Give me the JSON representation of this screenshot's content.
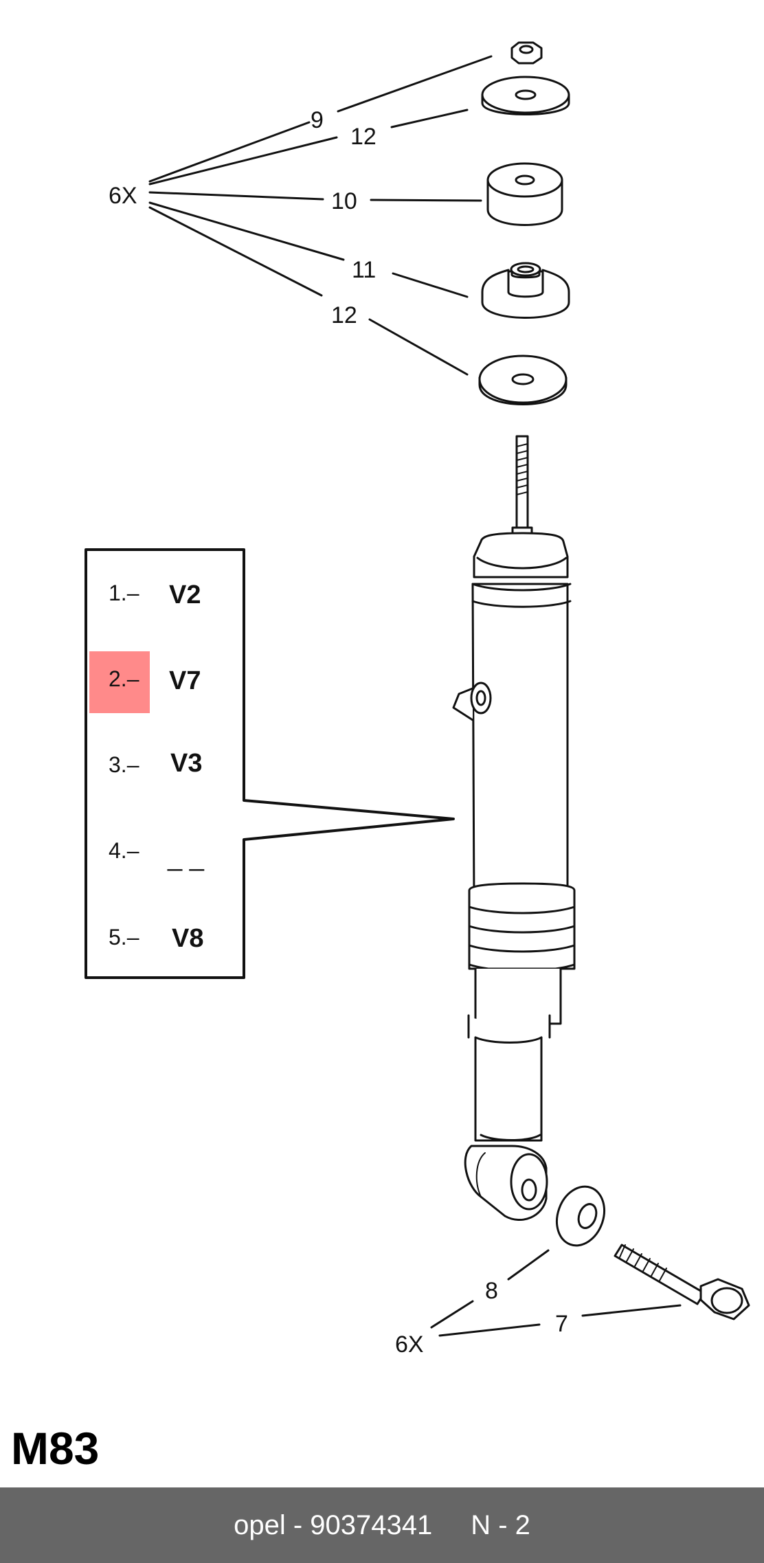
{
  "diagram": {
    "callouts": {
      "top_multiplier": "6X",
      "c9": "9",
      "c12a": "12",
      "c10": "10",
      "c11": "11",
      "c12b": "12",
      "bottom_multiplier": "6X",
      "c8": "8",
      "c7": "7"
    },
    "legend": [
      {
        "num": "1.–",
        "code": "V2"
      },
      {
        "num": "2.–",
        "code": "V7",
        "highlighted": true
      },
      {
        "num": "3.–",
        "code": "V3"
      },
      {
        "num": "4.–",
        "code": "_ _"
      },
      {
        "num": "5.–",
        "code": "V8"
      }
    ],
    "highlight_color": "#ff8a8a",
    "diagram_code": "M83"
  },
  "footer": {
    "left": "opel - 90374341",
    "right": "N - 2",
    "background": "#666666"
  }
}
